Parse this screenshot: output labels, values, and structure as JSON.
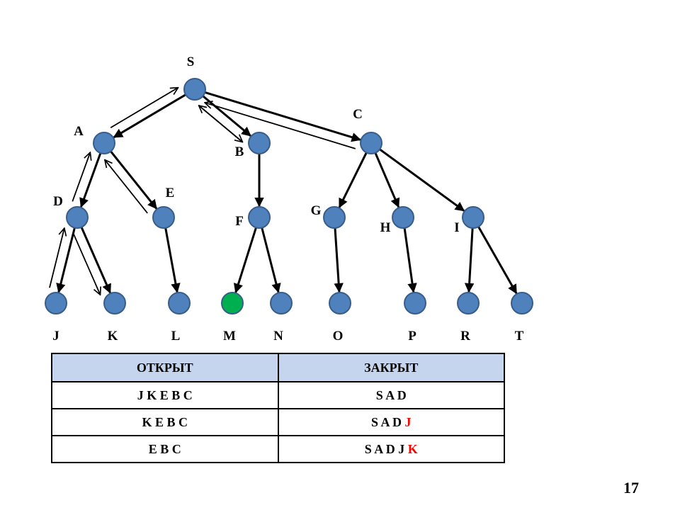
{
  "diagram": {
    "nodes": [
      {
        "id": "S",
        "label": "S",
        "goal": false
      },
      {
        "id": "A",
        "label": "A",
        "goal": false
      },
      {
        "id": "B",
        "label": "B",
        "goal": false
      },
      {
        "id": "C",
        "label": "C",
        "goal": false
      },
      {
        "id": "D",
        "label": "D",
        "goal": false
      },
      {
        "id": "E",
        "label": "E",
        "goal": false
      },
      {
        "id": "F",
        "label": "F",
        "goal": false
      },
      {
        "id": "G",
        "label": "G",
        "goal": false
      },
      {
        "id": "H",
        "label": "H",
        "goal": false
      },
      {
        "id": "I",
        "label": "I",
        "goal": false
      },
      {
        "id": "J",
        "label": "J",
        "goal": false
      },
      {
        "id": "K",
        "label": "K",
        "goal": false
      },
      {
        "id": "L",
        "label": "L",
        "goal": false
      },
      {
        "id": "M",
        "label": "M",
        "goal": true
      },
      {
        "id": "N",
        "label": "N",
        "goal": false
      },
      {
        "id": "O",
        "label": "O",
        "goal": false
      },
      {
        "id": "P",
        "label": "P",
        "goal": false
      },
      {
        "id": "R",
        "label": "R",
        "goal": false
      },
      {
        "id": "T",
        "label": "T",
        "goal": false
      }
    ],
    "edges": [
      {
        "from": "S",
        "to": "A"
      },
      {
        "from": "S",
        "to": "B"
      },
      {
        "from": "S",
        "to": "C"
      },
      {
        "from": "A",
        "to": "D"
      },
      {
        "from": "A",
        "to": "E"
      },
      {
        "from": "B",
        "to": "F"
      },
      {
        "from": "C",
        "to": "G"
      },
      {
        "from": "C",
        "to": "H"
      },
      {
        "from": "C",
        "to": "I"
      },
      {
        "from": "D",
        "to": "J"
      },
      {
        "from": "D",
        "to": "K"
      },
      {
        "from": "E",
        "to": "L"
      },
      {
        "from": "F",
        "to": "M"
      },
      {
        "from": "F",
        "to": "N"
      },
      {
        "from": "G",
        "to": "O"
      },
      {
        "from": "H",
        "to": "P"
      },
      {
        "from": "I",
        "to": "R"
      },
      {
        "from": "I",
        "to": "T"
      }
    ],
    "traces": [
      {
        "from": "J",
        "to": "D"
      },
      {
        "from": "D",
        "to": "K"
      },
      {
        "from": "D",
        "to": "A"
      },
      {
        "from": "E",
        "to": "A"
      },
      {
        "from": "A",
        "to": "S"
      },
      {
        "from": "S",
        "to": "B"
      },
      {
        "from": "B",
        "to": "S"
      },
      {
        "from": "C",
        "to": "S"
      }
    ],
    "colors": {
      "node_fill": "#4f81bd",
      "node_stroke": "#385d8a",
      "goal_fill": "#00b050",
      "goal_label": "#00b050",
      "highlight": "#ff0000",
      "header_bg": "#c6d5ee"
    }
  },
  "table": {
    "headers": [
      "ОТКРЫТ",
      "ЗАКРЫТ"
    ],
    "rows": [
      {
        "open": "J K E B C",
        "closed": "S A D",
        "closed_new": ""
      },
      {
        "open": "K E B C",
        "closed": "S A D",
        "closed_new": "J"
      },
      {
        "open": "E B C",
        "closed": "S A D J",
        "closed_new": "K"
      }
    ]
  },
  "page_number": "17"
}
